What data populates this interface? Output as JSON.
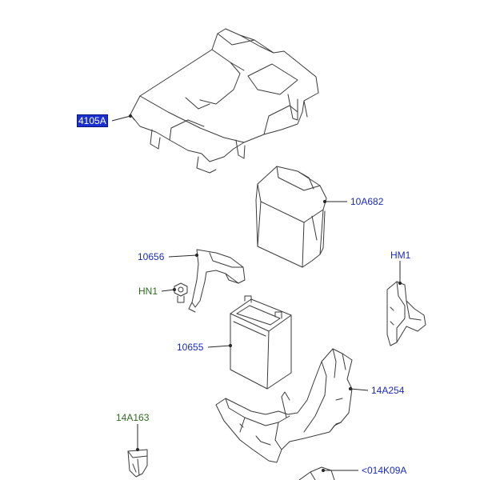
{
  "diagram": {
    "selected_label": "4105A",
    "colors": {
      "line": "#3a3a3a",
      "leader": "#2a2a2a",
      "label_blue": "#1b2bb8",
      "label_green": "#2f6b1f",
      "highlight_bg": "#1a2fd0",
      "highlight_text": "#ffffff"
    },
    "labels": [
      {
        "id": "4105A",
        "text": "4105A",
        "color": "label_blue",
        "selected": true
      },
      {
        "id": "10A682",
        "text": "10A682",
        "color": "label_blue",
        "selected": false
      },
      {
        "id": "10656",
        "text": "10656",
        "color": "label_blue",
        "selected": false
      },
      {
        "id": "HM1",
        "text": "HM1",
        "color": "label_blue",
        "selected": false
      },
      {
        "id": "HN1",
        "text": "HN1",
        "color": "label_green",
        "selected": false
      },
      {
        "id": "10655",
        "text": "10655",
        "color": "label_blue",
        "selected": false
      },
      {
        "id": "14A254",
        "text": "14A254",
        "color": "label_blue",
        "selected": false
      },
      {
        "id": "14A163",
        "text": "14A163",
        "color": "label_green",
        "selected": false
      },
      {
        "id": "014K09A",
        "text": "<014K09A",
        "color": "label_blue",
        "selected": false
      }
    ]
  }
}
